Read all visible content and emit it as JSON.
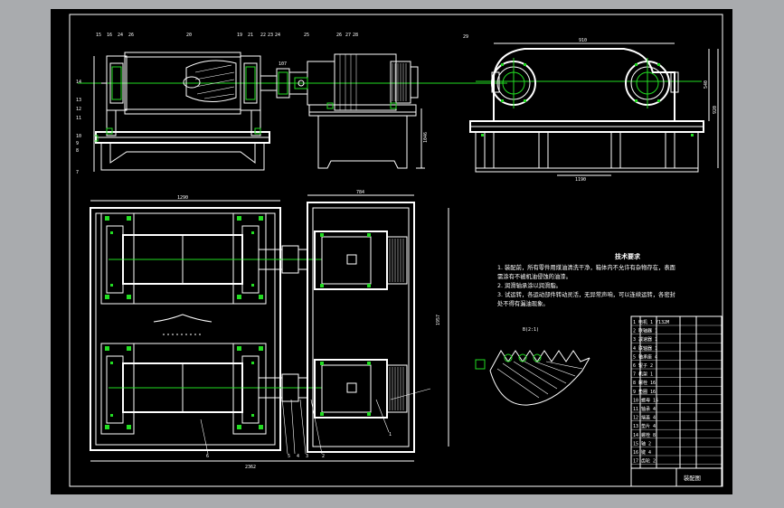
{
  "sheet": {
    "background": "#000000",
    "line_color": "#ffffff",
    "centerline_color": "#22dd22",
    "canvas_color": "#a9abae"
  },
  "dimensions": {
    "plan_width": "1290",
    "motor_base_width": "784",
    "overall_width": "2362",
    "plan_length": "1957",
    "side_width": "910",
    "side_height": "540",
    "side_height_total": "920",
    "base_length": "1190",
    "front_height": "1046"
  },
  "balloons": {
    "front_top": [
      "15",
      "16",
      "24",
      "26",
      "20",
      "19",
      "21",
      "22",
      "23",
      "24",
      "25"
    ],
    "front_left": [
      "14",
      "13",
      "12",
      "11",
      "10",
      "9",
      "8",
      "7"
    ],
    "motor": [
      "107",
      "26",
      "27",
      "28"
    ],
    "side": "29",
    "plan": [
      "6",
      "5",
      "4",
      "3",
      "2",
      "1"
    ]
  },
  "notes": {
    "title": "技术要求",
    "lines": [
      "1. 装配前，所有零件用煤油清洗干净，箱体内不允许有杂物存在，表面",
      "   需涂有不被机油侵蚀的油漆。",
      "2. 润滑轴承涂以润滑脂。",
      "3. 试运转，各运动部件转动灵活，无异常声响，可以连续运转，各密封",
      "   处不得有漏油现象。"
    ]
  },
  "detail": {
    "label": "B(2:1)"
  },
  "title_block": {
    "rows": [
      "1 电机 1 Y132M",
      "2 联轴器 1",
      "3 减速器 1",
      "4 联轴器 1",
      "5 轴承座 4",
      "6 辊子 2",
      "7 机架 1",
      "8 螺栓 16",
      "9 垫圈 16",
      "10 螺母 16",
      "11 轴承 4",
      "12 端盖 4",
      "13 垫片 4",
      "14 螺栓 8",
      "15 轴 2",
      "16 键 4",
      "17 齿轮 2"
    ],
    "footer": "装配图"
  }
}
